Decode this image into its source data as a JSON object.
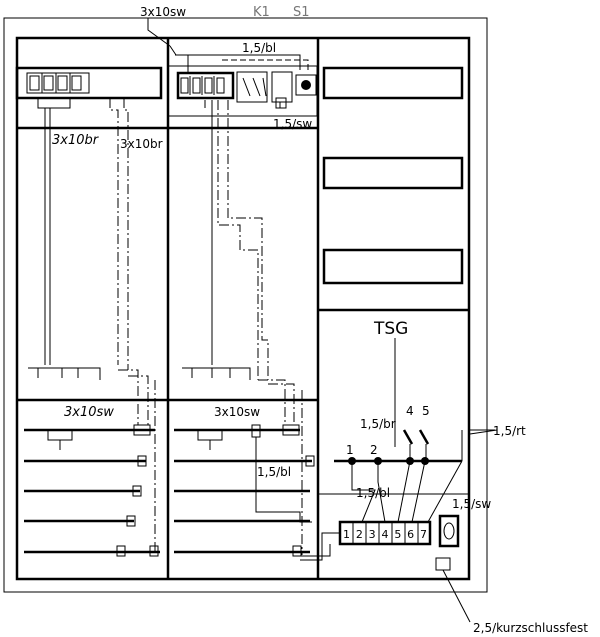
{
  "labels": {
    "top_3x10sw": "3x10sw",
    "k1": "K1",
    "s1": "S1",
    "top_15bl": "1,5/bl",
    "top_15sw": "1,5/sw",
    "left_3x10br": "3x10br",
    "mid_3x10br": "3x10br",
    "left_3x10sw": "3x10sw",
    "mid_3x10sw": "3x10sw",
    "mid_15bl": "1,5/bl",
    "tsg": "TSG",
    "n4": "4",
    "n5": "5",
    "n1": "1",
    "n2": "2",
    "r_15br": "1,5/br",
    "r_15rt": "1,5/rt",
    "r_15bl": "1,5/bl",
    "r_15sw": "1,5/sw",
    "terminal_numbers": "1234567",
    "bottom_25": "2,5/kurzschlussfest"
  }
}
